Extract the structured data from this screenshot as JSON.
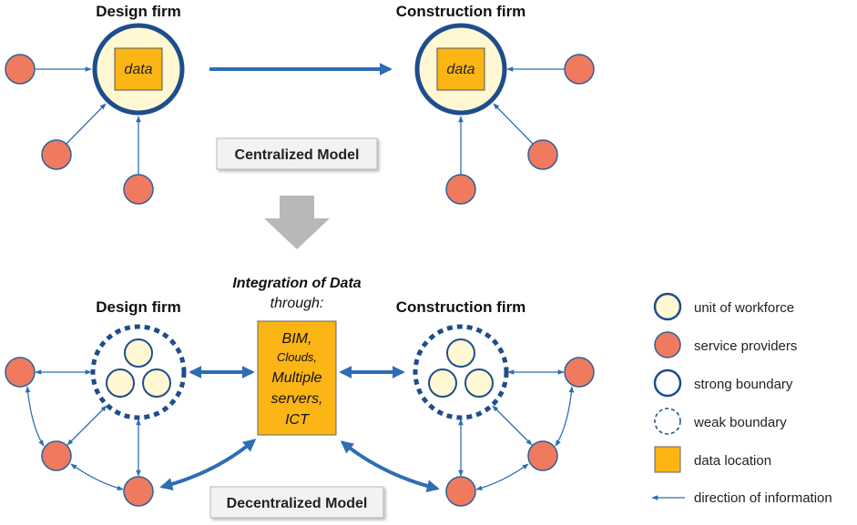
{
  "top": {
    "design_title": "Design firm",
    "construction_title": "Construction firm",
    "data_label_left": "data",
    "data_label_right": "data",
    "model_label": "Centralized Model"
  },
  "bottom": {
    "design_title": "Design firm",
    "construction_title": "Construction firm",
    "integration_title": "Integration of Data",
    "integration_sub": "through:",
    "box_lines": [
      "BIM,",
      "Clouds,",
      "Multiple",
      "servers,",
      "ICT"
    ],
    "model_label": "Decentralized Model"
  },
  "legend": {
    "items": [
      {
        "label": "unit of workforce",
        "shape": "cream-circle"
      },
      {
        "label": "service providers",
        "shape": "red-circle"
      },
      {
        "label": "strong boundary",
        "shape": "solid-ring"
      },
      {
        "label": "weak boundary",
        "shape": "dashed-ring"
      },
      {
        "label": "data location",
        "shape": "orange-square"
      },
      {
        "label": "direction of information",
        "shape": "arrow"
      }
    ]
  },
  "colors": {
    "service_provider": "#f07a5e",
    "workforce": "#fff8d2",
    "boundary": "#1e4d8c",
    "data": "#fbb515",
    "arrow": "#2e6db4",
    "transition_arrow": "#b8b8b8"
  }
}
